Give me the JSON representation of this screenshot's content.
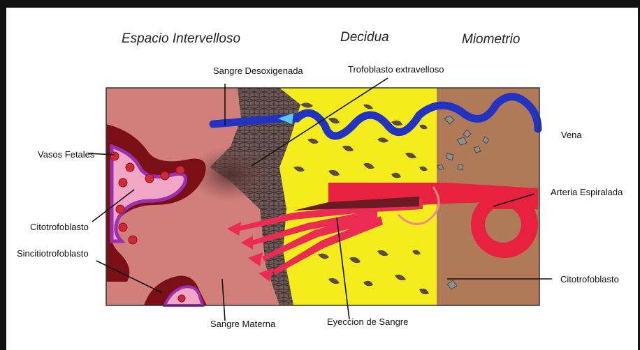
{
  "titles": {
    "espacio": "Espacio Intervelloso",
    "decidua": "Decidua",
    "miometrio": "Miometrio"
  },
  "labels": {
    "sangre_desoxigenada": "Sangre Desoxigenada",
    "trofoblasto_extravelloso": "Trofoblasto extravelloso",
    "vena": "Vena",
    "vasos_fetales": "Vasos Fetales",
    "citotrofoblasto_left": "Citotrofoblasto",
    "arteria_espiralada": "Arteria Espiralada",
    "sincitiotrofoblasto": "Sincitiotrofoblasto",
    "citotrofoblasto_right": "Citotrofoblasto",
    "sangre_materna": "Sangre Materna",
    "eyeccion": "Eyeccion de Sangre"
  },
  "colors": {
    "maternal_blood": "#d27f7c",
    "villus_dark": "#7a0f18",
    "villus_light": "#f0a6c4",
    "cytotrophoblast": "#9b30b0",
    "fetal_vessel": "#cf2b37",
    "decidua_yellow": "#f5ec1d",
    "myometrium": "#b07a58",
    "artery": "#e8213f",
    "vein": "#2233c4",
    "trophoblast_grey": "#5c4a47"
  }
}
